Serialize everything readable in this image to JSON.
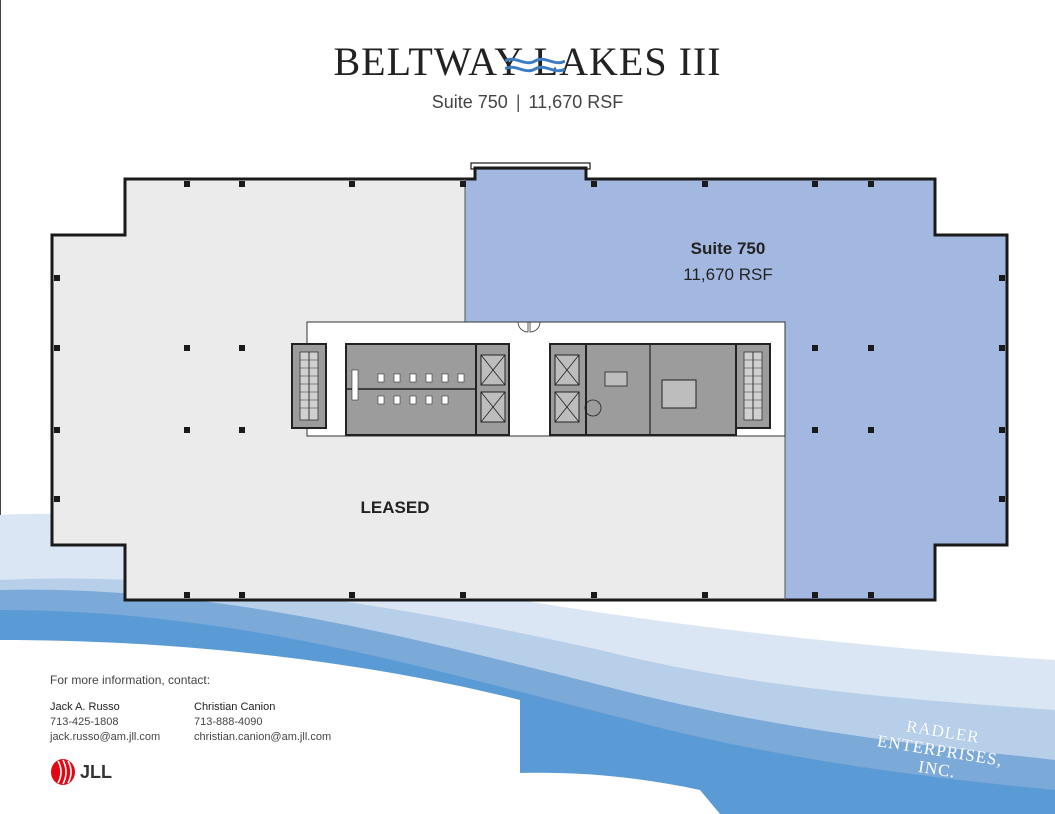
{
  "header": {
    "title": "BELTWAY LAKES III",
    "suite": "Suite 750",
    "separator": "|",
    "rsf": "11,670 RSF"
  },
  "floorplan": {
    "suite_label": "Suite 750",
    "suite_rsf": "11,670 RSF",
    "leased_label": "LEASED",
    "colors": {
      "suite": "#a3b8e0",
      "leased": "#ebebeb",
      "core": "#9c9c9c",
      "wall": "#1a1a1a"
    }
  },
  "contact": {
    "heading": "For more information, contact:",
    "people": [
      {
        "name": "Jack A. Russo",
        "phone": "713-425-1808",
        "email": "jack.russo@am.jll.com"
      },
      {
        "name": "Christian Canion",
        "phone": "713-888-4090",
        "email": "christian.canion@am.jll.com"
      }
    ]
  },
  "logos": {
    "jll": "JLL",
    "radler": [
      "RADLER",
      "ENTERPRISES,",
      "INC."
    ]
  }
}
